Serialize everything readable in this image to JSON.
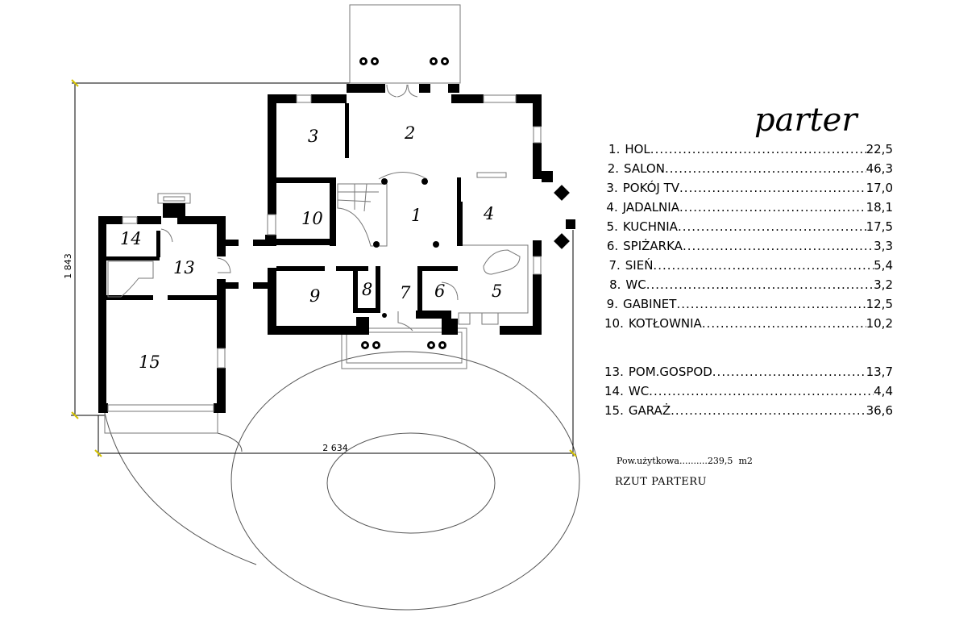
{
  "plan": {
    "title": "parter",
    "dimensions": {
      "width": "2 634",
      "height": "1 843"
    },
    "room_numbers": [
      "1",
      "2",
      "3",
      "4",
      "5",
      "6",
      "7",
      "8",
      "9",
      "10",
      "13",
      "14",
      "15"
    ]
  },
  "legend": [
    {
      "no": "1.",
      "name": "HOL",
      "area": "22,5"
    },
    {
      "no": "2.",
      "name": "SALON",
      "area": "46,3"
    },
    {
      "no": "3.",
      "name": "POKÓJ TV",
      "area": "17,0"
    },
    {
      "no": "4.",
      "name": "JADALNIA",
      "area": "18,1"
    },
    {
      "no": "5.",
      "name": "KUCHNIA",
      "area": "17,5"
    },
    {
      "no": "6.",
      "name": "SPIŻARKA",
      "area": "3,3"
    },
    {
      "no": "7.",
      "name": "SIEŃ",
      "area": "5,4"
    },
    {
      "no": "8.",
      "name": "WC",
      "area": "3,2"
    },
    {
      "no": "9.",
      "name": "GABINET",
      "area": "12,5"
    },
    {
      "no": "10.",
      "name": "KOTŁOWNIA",
      "area": "10,2"
    },
    {
      "no": "13.",
      "name": "POM.GOSPOD",
      "area": "13,7"
    },
    {
      "no": "14.",
      "name": "WC",
      "area": "4,4"
    },
    {
      "no": "15.",
      "name": "GARAŻ",
      "area": "36,6"
    }
  ],
  "usable_area": {
    "label": "Pow.użytkowa..........",
    "value": "239,5",
    "unit": "m2"
  },
  "caption": "RZUT PARTERU"
}
